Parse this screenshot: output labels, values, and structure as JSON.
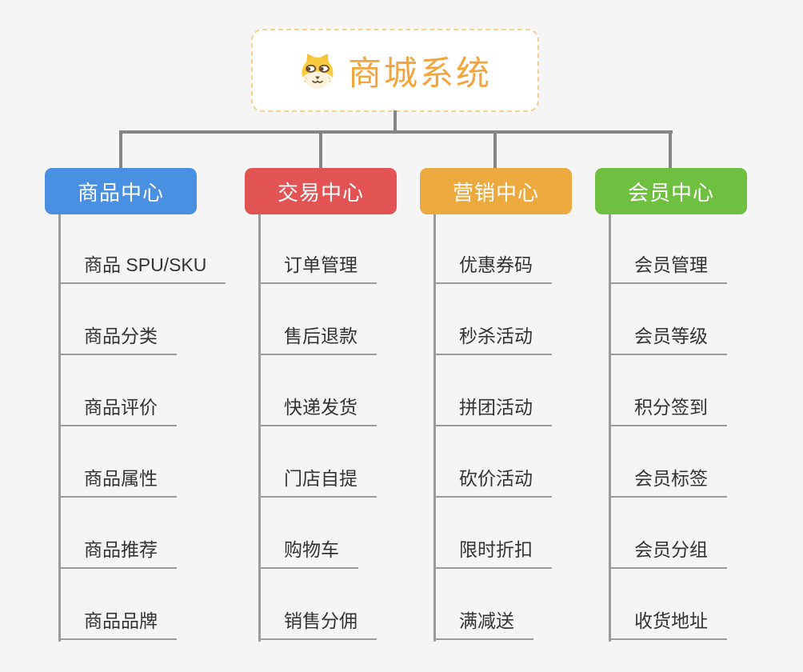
{
  "root": {
    "title": "商城系统",
    "icon": "dog-face-icon"
  },
  "branches": [
    {
      "label": "商品中心",
      "color": "#4A90E2",
      "items": [
        "商品 SPU/SKU",
        "商品分类",
        "商品评价",
        "商品属性",
        "商品推荐",
        "商品品牌"
      ]
    },
    {
      "label": "交易中心",
      "color": "#E25454",
      "items": [
        "订单管理",
        "售后退款",
        "快递发货",
        "门店自提",
        "购物车",
        "销售分佣"
      ]
    },
    {
      "label": "营销中心",
      "color": "#ECA93D",
      "items": [
        "优惠券码",
        "秒杀活动",
        "拼团活动",
        "砍价活动",
        "限时折扣",
        "满减送"
      ]
    },
    {
      "label": "会员中心",
      "color": "#6FC040",
      "items": [
        "会员管理",
        "会员等级",
        "积分签到",
        "会员标签",
        "会员分组",
        "收货地址"
      ]
    }
  ],
  "colors": {
    "background": "#F5F5F5",
    "connector": "#858585",
    "branch_line": "#9B9B9B",
    "root_text": "#F2A53C",
    "root_border": "#F5CE92"
  }
}
